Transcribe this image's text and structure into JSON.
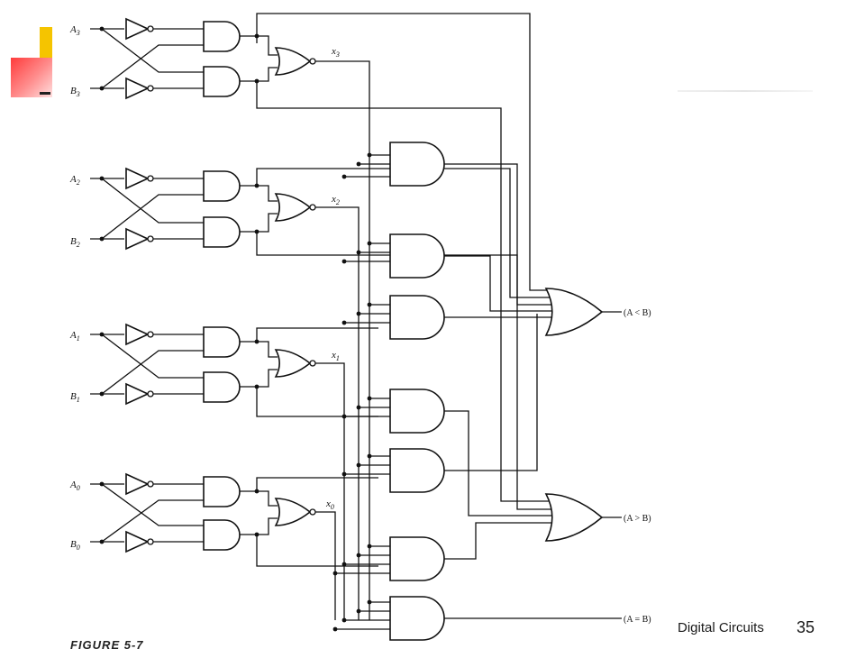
{
  "diagram": {
    "inputs": [
      {
        "letter": "A",
        "sub": "3"
      },
      {
        "letter": "B",
        "sub": "3"
      },
      {
        "letter": "A",
        "sub": "2"
      },
      {
        "letter": "B",
        "sub": "2"
      },
      {
        "letter": "A",
        "sub": "1"
      },
      {
        "letter": "B",
        "sub": "1"
      },
      {
        "letter": "A",
        "sub": "0"
      },
      {
        "letter": "B",
        "sub": "0"
      }
    ],
    "xors": [
      {
        "letter": "x",
        "sub": "3"
      },
      {
        "letter": "x",
        "sub": "2"
      },
      {
        "letter": "x",
        "sub": "1"
      },
      {
        "letter": "x",
        "sub": "0"
      }
    ],
    "outputs": [
      "(A < B)",
      "(A > B)",
      "(A = B)"
    ]
  },
  "footer": {
    "title": "Digital Circuits",
    "page_number": "35",
    "caption": "FIGURE 5-7"
  }
}
